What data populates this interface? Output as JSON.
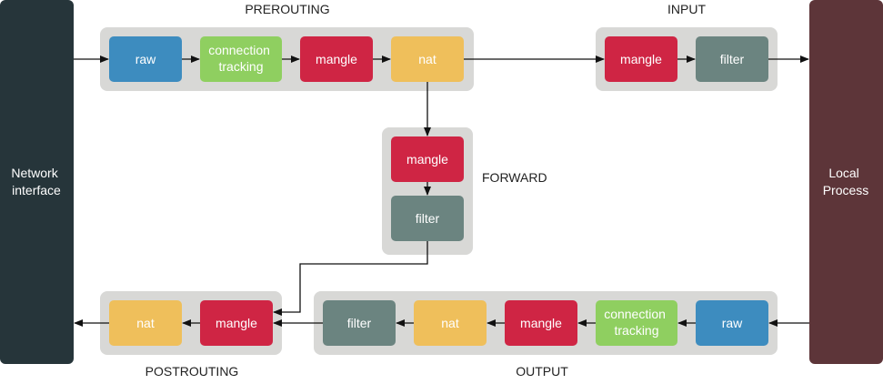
{
  "colors": {
    "interface": "#26353a",
    "process": "#5d3539",
    "group_bg": "#d8d8d6",
    "raw": "#3d8cbf",
    "conntrack": "#8fcf60",
    "mangle": "#cf2544",
    "nat": "#efbf5b",
    "filter": "#6b8480",
    "arrow": "#111111",
    "chain_text": "#222222",
    "box_text": "#ffffff"
  },
  "endpoints": {
    "network_interface": [
      "Network",
      "interface"
    ],
    "local_process": [
      "Local",
      "Process"
    ]
  },
  "chains": {
    "prerouting": {
      "title": "PREROUTING",
      "tables": [
        [
          "raw"
        ],
        [
          "connection",
          "tracking"
        ],
        [
          "mangle"
        ],
        [
          "nat"
        ]
      ]
    },
    "input": {
      "title": "INPUT",
      "tables": [
        [
          "mangle"
        ],
        [
          "filter"
        ]
      ]
    },
    "forward": {
      "title": "FORWARD",
      "tables": [
        [
          "mangle"
        ],
        [
          "filter"
        ]
      ]
    },
    "postrouting": {
      "title": "POSTROUTING",
      "tables": [
        [
          "nat"
        ],
        [
          "mangle"
        ]
      ]
    },
    "output": {
      "title": "OUTPUT",
      "tables": [
        [
          "filter"
        ],
        [
          "nat"
        ],
        [
          "mangle"
        ],
        [
          "connection",
          "tracking"
        ],
        [
          "raw"
        ]
      ]
    }
  }
}
